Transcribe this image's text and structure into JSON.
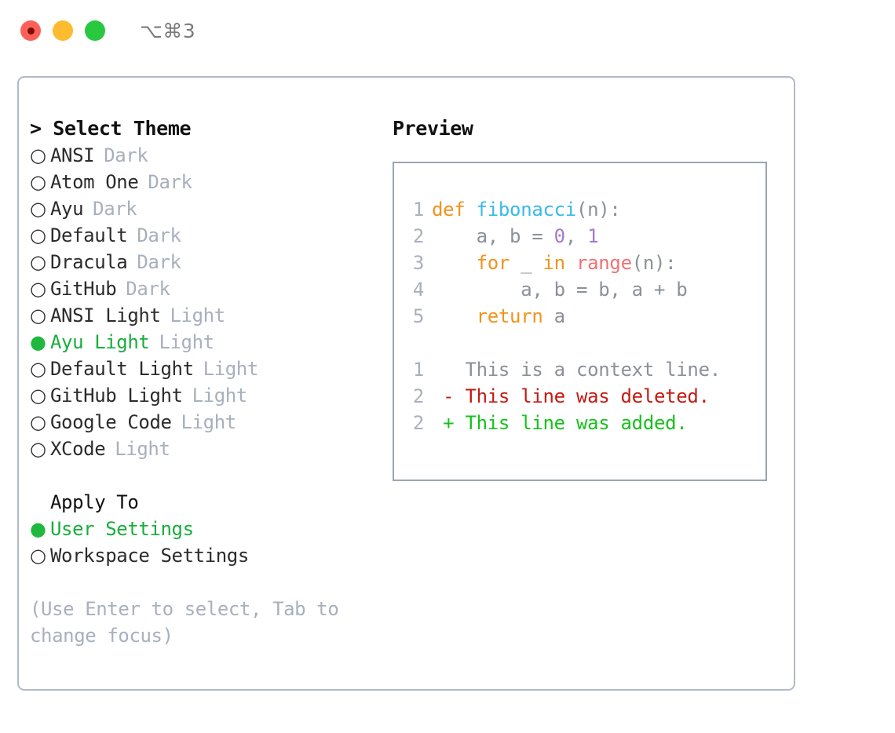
{
  "titlebar": {
    "shortcut": "⌥⌘3",
    "lights": [
      "close-red",
      "minimize-yellow",
      "zoom-green"
    ]
  },
  "theme_picker": {
    "header": "> Select Theme",
    "marker_selected": "●",
    "marker_unselected": "○",
    "items": [
      {
        "name": "ANSI",
        "variant": "Dark",
        "selected": false
      },
      {
        "name": "Atom One",
        "variant": "Dark",
        "selected": false
      },
      {
        "name": "Ayu",
        "variant": "Dark",
        "selected": false
      },
      {
        "name": "Default",
        "variant": "Dark",
        "selected": false
      },
      {
        "name": "Dracula",
        "variant": "Dark",
        "selected": false
      },
      {
        "name": "GitHub",
        "variant": "Dark",
        "selected": false
      },
      {
        "name": "ANSI Light",
        "variant": "Light",
        "selected": false
      },
      {
        "name": "Ayu Light",
        "variant": "Light",
        "selected": true
      },
      {
        "name": "Default Light",
        "variant": "Light",
        "selected": false
      },
      {
        "name": "GitHub Light",
        "variant": "Light",
        "selected": false
      },
      {
        "name": "Google Code",
        "variant": "Light",
        "selected": false
      },
      {
        "name": "XCode",
        "variant": "Light",
        "selected": false
      }
    ]
  },
  "apply_to": {
    "header": "Apply To",
    "items": [
      {
        "name": "User Settings",
        "selected": true
      },
      {
        "name": "Workspace Settings",
        "selected": false
      }
    ]
  },
  "hint": "(Use Enter to select, Tab to change focus)",
  "preview": {
    "header": "Preview",
    "code": [
      {
        "num": "1",
        "tokens": [
          {
            "t": "def ",
            "c": "kw"
          },
          {
            "t": "fibonacci",
            "c": "fn"
          },
          {
            "t": "(n):",
            "c": "pln"
          }
        ]
      },
      {
        "num": "2",
        "tokens": [
          {
            "t": "    a, b = ",
            "c": "pln"
          },
          {
            "t": "0",
            "c": "num"
          },
          {
            "t": ", ",
            "c": "pln"
          },
          {
            "t": "1",
            "c": "num"
          }
        ]
      },
      {
        "num": "3",
        "tokens": [
          {
            "t": "    ",
            "c": "pln"
          },
          {
            "t": "for",
            "c": "kw"
          },
          {
            "t": " _ ",
            "c": "pln"
          },
          {
            "t": "in",
            "c": "kw"
          },
          {
            "t": " ",
            "c": "pln"
          },
          {
            "t": "range",
            "c": "bi"
          },
          {
            "t": "(n):",
            "c": "pln"
          }
        ]
      },
      {
        "num": "4",
        "tokens": [
          {
            "t": "        a, b = b, a + b",
            "c": "pln"
          }
        ]
      },
      {
        "num": "5",
        "tokens": [
          {
            "t": "    ",
            "c": "pln"
          },
          {
            "t": "return",
            "c": "kw"
          },
          {
            "t": " a",
            "c": "pln"
          }
        ]
      }
    ],
    "diff": [
      {
        "num": "1",
        "tokens": [
          {
            "t": "   This is a context line.",
            "c": "ctx"
          }
        ]
      },
      {
        "num": "2",
        "tokens": [
          {
            "t": " - This line was deleted.",
            "c": "del"
          }
        ]
      },
      {
        "num": "2",
        "tokens": [
          {
            "t": " + This line was added.",
            "c": "add"
          }
        ]
      }
    ]
  },
  "colors": {
    "accent_green": "#17ae3b",
    "keyword_orange": "#f2921d",
    "function_blue": "#39bae6",
    "builtin_red": "#f07171",
    "number_purple": "#a37acc",
    "muted_gray": "#a8b0bd",
    "diff_delete": "#c21b12",
    "diff_add": "#16c21b",
    "border": "#b2bac6"
  }
}
